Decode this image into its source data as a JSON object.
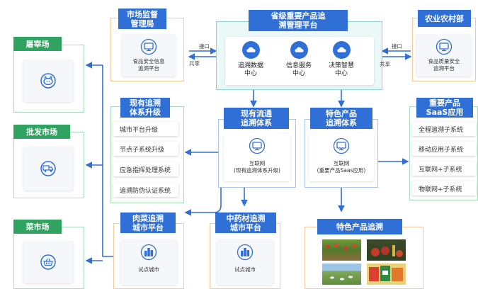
{
  "left": {
    "slaughter": "屠宰场",
    "wholesale": "批发市场",
    "vegetable": "菜市场"
  },
  "market_bureau": {
    "title": "市场监督\n管理局",
    "caption": "食品安全信息\n追溯平台"
  },
  "province": {
    "title": "省级重要产品追\n溯管理平台",
    "centers": [
      "追溯数据\n中心",
      "信息服务\n中心",
      "决策智慧\n中心"
    ]
  },
  "agri": {
    "title": "农业农村部",
    "caption": "食品质量安全\n追溯平台"
  },
  "links": {
    "iface_left": "接口",
    "share_left": "共享",
    "iface_right": "接口",
    "share_right": "共享"
  },
  "existing_system": {
    "title": "现有追溯\n体系升级",
    "items": [
      "城市平台升级",
      "节点子系统升级",
      "应急指挥处理系统",
      "追溯防伪认证系统"
    ]
  },
  "circulation": {
    "title": "现有流通\n追溯体系",
    "caption": "互联网\n(现有追溯体系升级)"
  },
  "specialty": {
    "title": "特色产品\n追溯体系",
    "caption": "互联网\n(重要产品Saas应用)"
  },
  "saas": {
    "title": "重要产品\nSaaS应用",
    "items": [
      "全程追溯子系统",
      "移动应用子系统",
      "互联网+子系统",
      "物联网+子系统"
    ]
  },
  "meat_veg": {
    "title": "肉菜追溯\n城市平台",
    "caption": "试点城市"
  },
  "herb": {
    "title": "中药材追溯\n城市平台",
    "caption": "试点城市"
  },
  "specialty_trace": {
    "title": "特色产品追溯"
  },
  "colors": {
    "blue": "#2f6fd6",
    "green": "#2fa35f",
    "orange_border": "#f3c9a0",
    "green_border": "#a9dcbc",
    "blue_border": "#a9c6ef"
  },
  "icons": [
    "monitor-icon",
    "cloud-icon",
    "pig-icon",
    "truck-icon",
    "basket-icon",
    "city-icon",
    "photo"
  ]
}
